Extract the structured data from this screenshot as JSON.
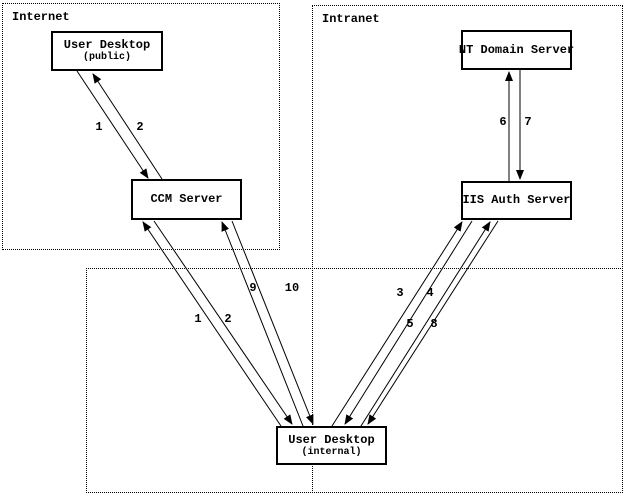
{
  "zones": {
    "internet": {
      "label": "Internet"
    },
    "intranet": {
      "label": "Intranet"
    }
  },
  "nodes": {
    "desktop_public": {
      "title": "User Desktop",
      "subtitle": "(public)"
    },
    "ccm": {
      "title": "CCM Server"
    },
    "nt_domain": {
      "title": "NT Domain Server"
    },
    "iis_auth": {
      "title": "IIS Auth Server"
    },
    "desktop_internal": {
      "title": "User Desktop",
      "subtitle": "(internal)"
    }
  },
  "edge_labels": {
    "public_ccm_request": "1",
    "public_ccm_response": "2",
    "internal_ccm_request": "1",
    "internal_ccm_response": "2",
    "internal_ccm_request2": "9",
    "internal_ccm_response2": "10",
    "internal_iis_request1": "3",
    "internal_iis_response1": "4",
    "internal_iis_request2": "5",
    "internal_iis_response2": "8",
    "iis_nt_request": "6",
    "nt_iis_response": "7"
  },
  "colors": {
    "line": "#000000",
    "background": "#ffffff"
  }
}
